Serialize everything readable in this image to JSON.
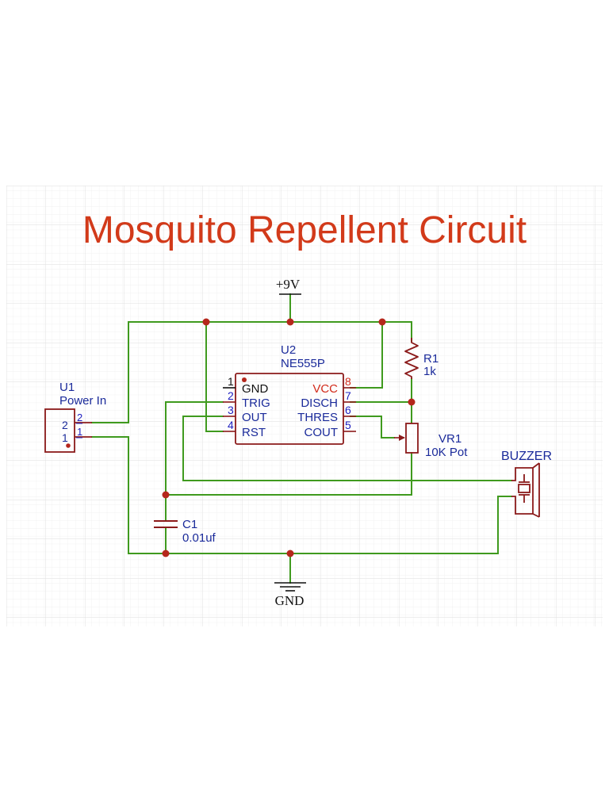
{
  "title": "Mosquito Repellent Circuit",
  "colors": {
    "title": "#d23a1a",
    "wire": "#3f9a1e",
    "part": "#8b1a1a",
    "junction": "#b5271c",
    "pin_number": "#2020c0",
    "label": "#1a2a9a",
    "power_pin": "#d22a1a",
    "grid": "#e6e6e6",
    "text": "#111111"
  },
  "power": {
    "supply_label": "+9V",
    "ground_label": "GND"
  },
  "u1": {
    "ref": "U1",
    "value": "Power In",
    "pins": [
      "2",
      "1"
    ]
  },
  "u2": {
    "ref": "U2",
    "value": "NE555P",
    "left_pins": [
      {
        "num": "1",
        "name": "GND"
      },
      {
        "num": "2",
        "name": "TRIG"
      },
      {
        "num": "3",
        "name": "OUT"
      },
      {
        "num": "4",
        "name": "RST"
      }
    ],
    "right_pins": [
      {
        "num": "8",
        "name": "VCC"
      },
      {
        "num": "7",
        "name": "DISCH"
      },
      {
        "num": "6",
        "name": "THRES"
      },
      {
        "num": "5",
        "name": "COUT"
      }
    ]
  },
  "r1": {
    "ref": "R1",
    "value": "1k"
  },
  "vr1": {
    "ref": "VR1",
    "value": "10K Pot"
  },
  "c1": {
    "ref": "C1",
    "value": "0.01uf"
  },
  "buzzer": {
    "ref": "BUZZER"
  }
}
